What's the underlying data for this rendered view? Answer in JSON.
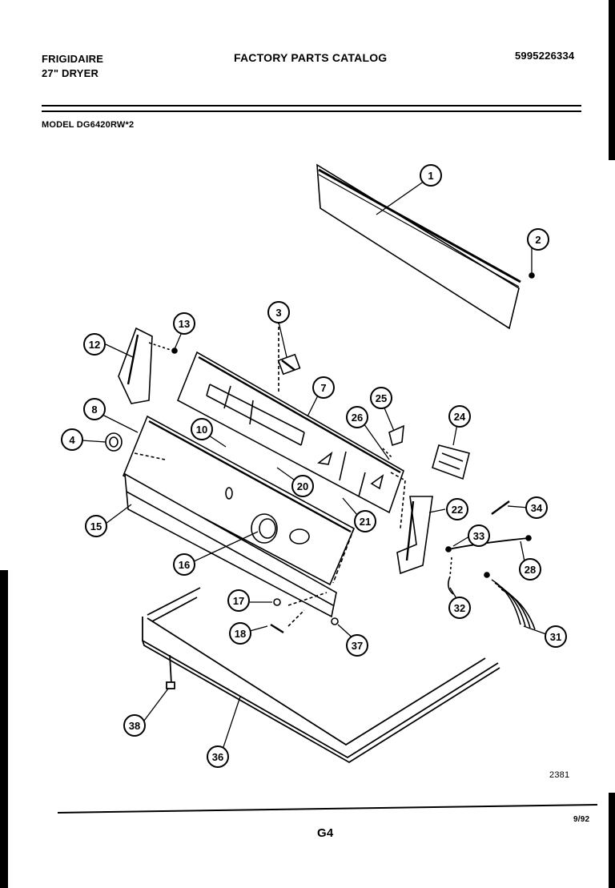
{
  "header": {
    "brand": "FRIGIDAIRE",
    "product": "27\" DRYER",
    "catalog_title": "FACTORY PARTS CATALOG",
    "catalog_number": "5995226334",
    "model": "MODEL DG6420RW*2"
  },
  "footer": {
    "diagram_id": "2381",
    "page_label": "G4",
    "date_code": "9/92"
  },
  "callouts": [
    "1",
    "2",
    "3",
    "4",
    "7",
    "8",
    "10",
    "12",
    "13",
    "15",
    "16",
    "17",
    "18",
    "20",
    "21",
    "22",
    "24",
    "25",
    "26",
    "28",
    "31",
    "32",
    "33",
    "34",
    "36",
    "37",
    "38"
  ]
}
